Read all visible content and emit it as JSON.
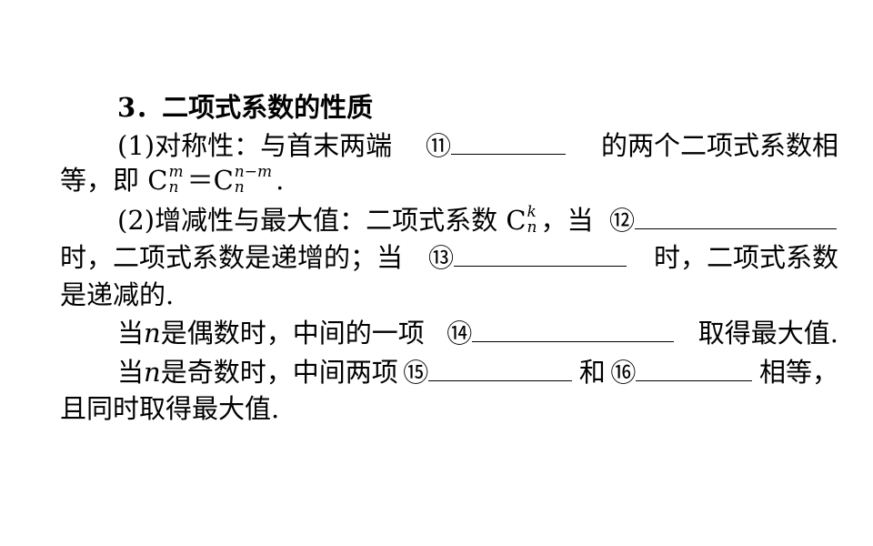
{
  "heading": "3．二项式系数的性质",
  "p1": {
    "text_a": "(1)对称性：与首末两端",
    "circle": "⑪",
    "text_b": "的两个二项式系数相",
    "line2_text": "等，即",
    "c1_base": "C",
    "c1_sup": "m",
    "c1_sub": "n",
    "eq": "＝",
    "c2_base": "C",
    "c2_sup": "n−m",
    "c2_sub": "n",
    "end": "."
  },
  "p2": {
    "text_a": "(2)增减性与最大值：二项式系数",
    "ck_base": "C",
    "ck_sup": "k",
    "ck_sub": "n",
    "text_b": "，当",
    "circle12": "⑫",
    "line2_a": "时，二项式系数是递增的；当",
    "circle13": "⑬",
    "line2_b": "时，二项式系数",
    "line3": "是递减的."
  },
  "p3": {
    "text_a": "当",
    "n": "n",
    "text_b": "是偶数时，中间的一项",
    "circle14": "⑭",
    "text_c": "取得最大值."
  },
  "p4": {
    "text_a": "当",
    "n": "n",
    "text_b": "是奇数时，中间两项",
    "circle15": "⑮",
    "text_c": "和",
    "circle16": "⑯",
    "text_d": "相等，",
    "line2": "且同时取得最大值."
  }
}
